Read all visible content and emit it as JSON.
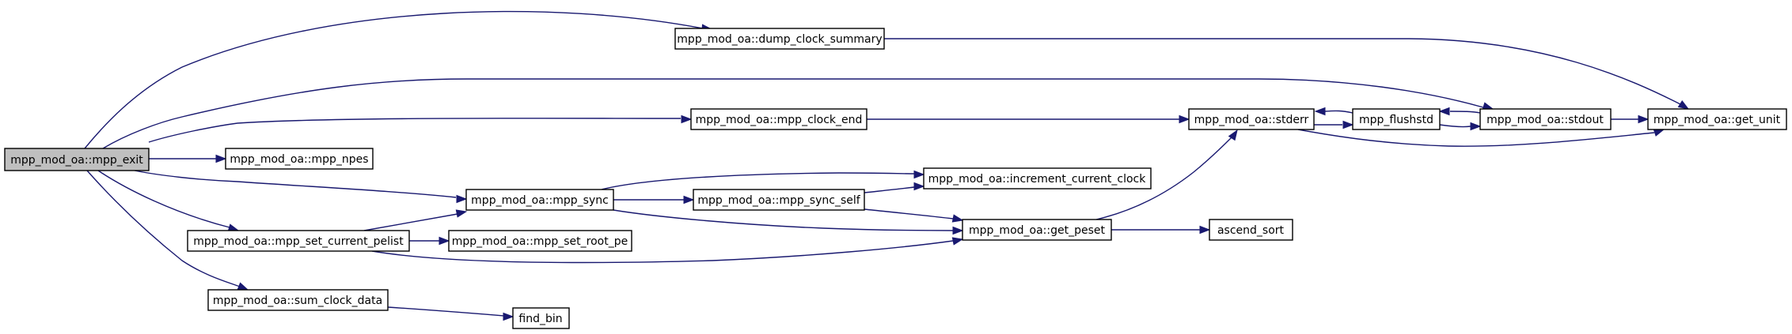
{
  "nodes": {
    "mpp_exit": "mpp_mod_oa::mpp_exit",
    "dump_clock_summary": "mpp_mod_oa::dump_clock_summary",
    "mpp_clock_end": "mpp_mod_oa::mpp_clock_end",
    "mpp_npes": "mpp_mod_oa::mpp_npes",
    "mpp_sync": "mpp_mod_oa::mpp_sync",
    "mpp_set_current_pelist": "mpp_mod_oa::mpp_set_current_pelist",
    "sum_clock_data": "mpp_mod_oa::sum_clock_data",
    "stderr": "mpp_mod_oa::stderr",
    "mpp_flushstd": "mpp_flushstd",
    "stdout": "mpp_mod_oa::stdout",
    "get_unit": "mpp_mod_oa::get_unit",
    "increment_current_clock": "mpp_mod_oa::increment_current_clock",
    "mpp_sync_self": "mpp_mod_oa::mpp_sync_self",
    "get_peset": "mpp_mod_oa::get_peset",
    "ascend_sort": "ascend_sort",
    "mpp_set_root_pe": "mpp_mod_oa::mpp_set_root_pe",
    "find_bin": "find_bin"
  },
  "edges": [
    {
      "from": "mpp_exit",
      "to": "dump_clock_summary"
    },
    {
      "from": "mpp_exit",
      "to": "stdout"
    },
    {
      "from": "mpp_exit",
      "to": "mpp_clock_end"
    },
    {
      "from": "mpp_exit",
      "to": "mpp_npes"
    },
    {
      "from": "mpp_exit",
      "to": "mpp_sync"
    },
    {
      "from": "mpp_exit",
      "to": "mpp_set_current_pelist"
    },
    {
      "from": "mpp_exit",
      "to": "sum_clock_data"
    },
    {
      "from": "dump_clock_summary",
      "to": "get_unit"
    },
    {
      "from": "mpp_clock_end",
      "to": "stderr"
    },
    {
      "from": "stderr",
      "to": "mpp_flushstd"
    },
    {
      "from": "stderr",
      "to": "get_unit"
    },
    {
      "from": "mpp_flushstd",
      "to": "stderr"
    },
    {
      "from": "mpp_flushstd",
      "to": "stdout"
    },
    {
      "from": "stdout",
      "to": "mpp_flushstd"
    },
    {
      "from": "stdout",
      "to": "get_unit"
    },
    {
      "from": "mpp_sync",
      "to": "increment_current_clock"
    },
    {
      "from": "mpp_sync",
      "to": "mpp_sync_self"
    },
    {
      "from": "mpp_sync",
      "to": "get_peset"
    },
    {
      "from": "mpp_sync_self",
      "to": "increment_current_clock"
    },
    {
      "from": "mpp_sync_self",
      "to": "get_peset"
    },
    {
      "from": "mpp_set_current_pelist",
      "to": "mpp_sync"
    },
    {
      "from": "mpp_set_current_pelist",
      "to": "mpp_set_root_pe"
    },
    {
      "from": "mpp_set_current_pelist",
      "to": "get_peset"
    },
    {
      "from": "get_peset",
      "to": "stderr"
    },
    {
      "from": "get_peset",
      "to": "ascend_sort"
    },
    {
      "from": "sum_clock_data",
      "to": "find_bin"
    }
  ],
  "colors": {
    "edge": "#191970",
    "root_fill": "#bfbfbf",
    "node_fill": "#ffffff",
    "node_border": "#000000"
  }
}
